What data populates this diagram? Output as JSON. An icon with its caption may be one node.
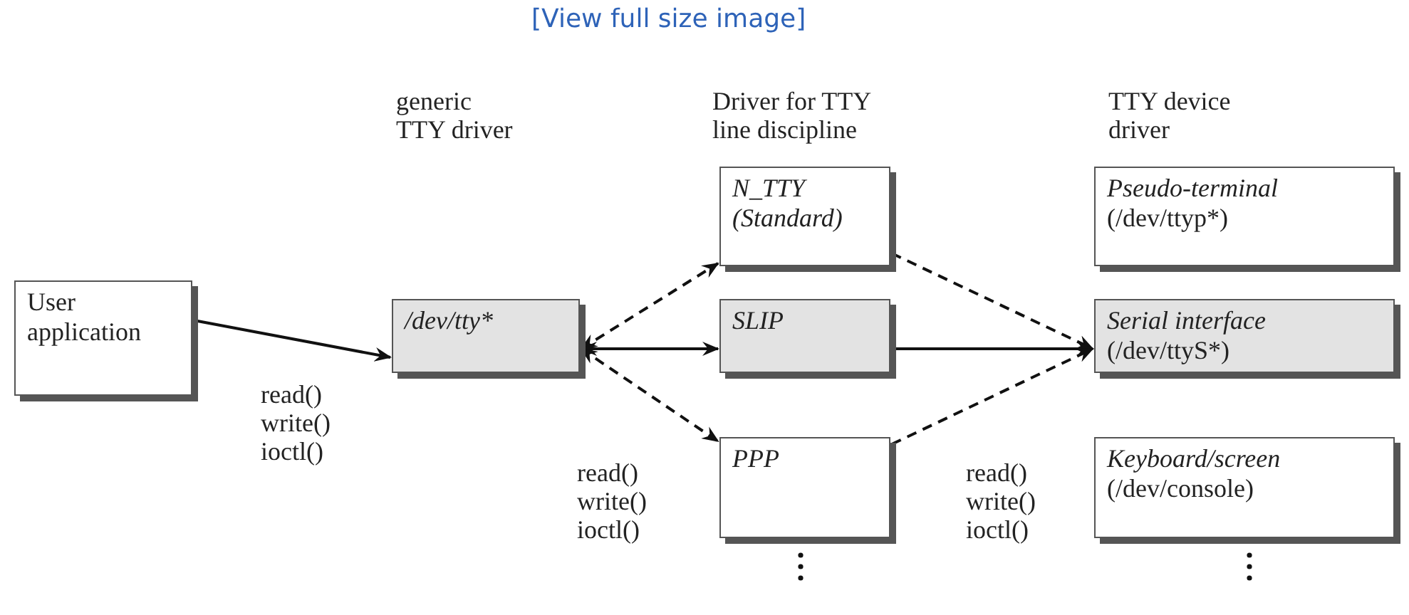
{
  "diagram": {
    "nodes": [
      {
        "text": [
          "User application"
        ]
      },
      {
        "text": [
          "/dev/tty*"
        ]
      },
      {
        "text": [
          "N_TTY (Standard)"
        ]
      },
      {
        "text": [
          "SLIP"
        ]
      },
      {
        "text": [
          "PPP"
        ]
      },
      {
        "text": [
          "Pseudo-terminal",
          "(/dev/ttyp*)"
        ]
      },
      {
        "text": [
          "Serial interface",
          "(/dev/ttyS*)"
        ]
      },
      {
        "text": [
          "Keyboard/screen",
          "(/dev/console)"
        ]
      }
    ],
    "edges": [
      {
        "from": 0,
        "to": 1,
        "arrow": "to"
      },
      {
        "from": 1,
        "to": 2,
        "arrow": "both",
        "style": "dashed"
      },
      {
        "from": 1,
        "to": 3,
        "arrow": "both"
      },
      {
        "from": 1,
        "to": 4,
        "arrow": "both",
        "style": "dashed"
      },
      {
        "from": 2,
        "to": 6,
        "arrow": "to",
        "style": "dashed"
      },
      {
        "from": 3,
        "to": 6,
        "arrow": "to"
      },
      {
        "from": 4,
        "to": 6,
        "arrow": "to",
        "style": "dashed"
      }
    ],
    "labels": [
      "[View full size image]",
      "generic TTY driver",
      "Driver for TTY line discipline",
      "TTY device driver",
      "read() write() ioctl()",
      "read() write() ioctl()",
      "read() write() ioctl()"
    ]
  }
}
